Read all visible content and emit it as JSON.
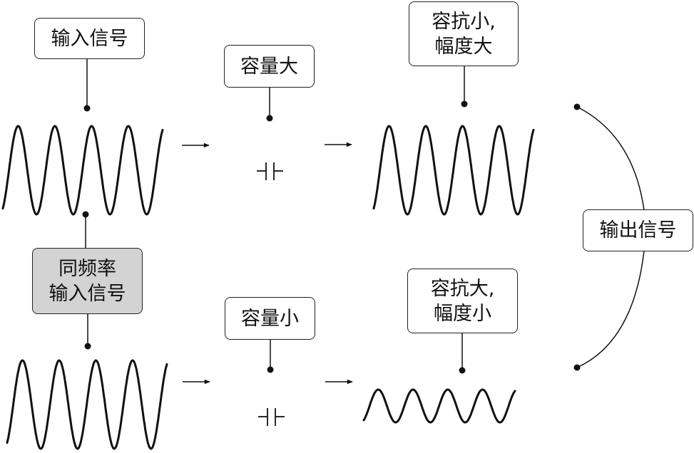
{
  "labels": {
    "input_signal": "输入信号",
    "large_capacity": "容量大",
    "small_xc_line1": "容抗小,",
    "small_xc_line2": "幅度大",
    "same_freq_line1": "同频率",
    "same_freq_line2": "输入信号",
    "small_capacity": "容量小",
    "large_xc_line1": "容抗大,",
    "large_xc_line2": "幅度小",
    "output_signal": "输出信号"
  },
  "colors": {
    "stroke": "#111111",
    "shaded_box": "#d3d3d3"
  },
  "icons": {
    "capacitor": "capacitor-symbol",
    "arrow": "right-arrow"
  }
}
